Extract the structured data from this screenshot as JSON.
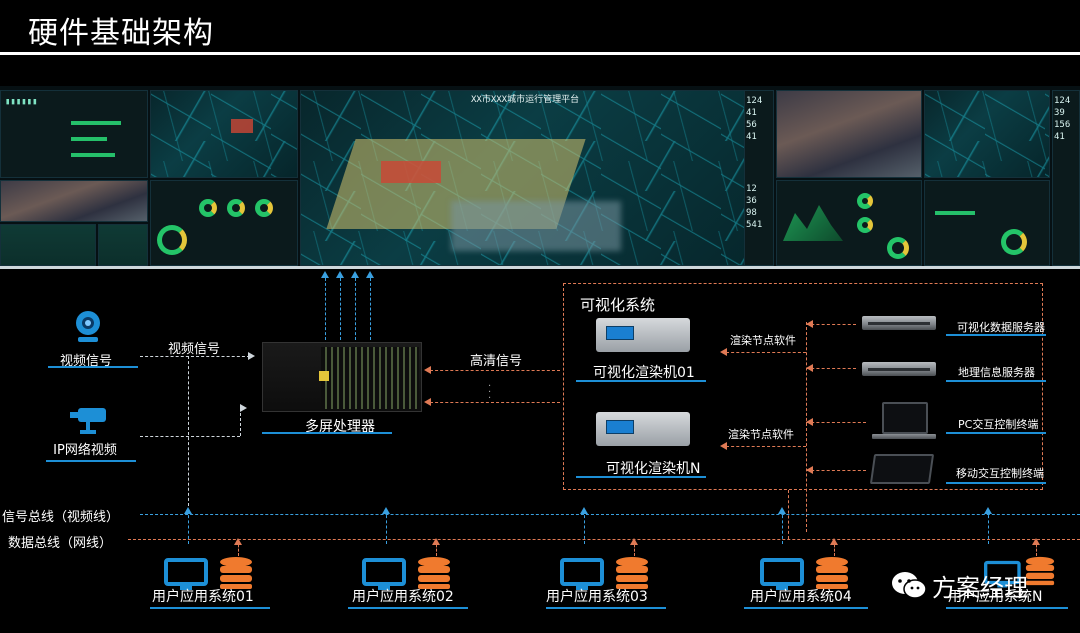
{
  "header": {
    "title": "硬件基础架构"
  },
  "video_wall": {
    "center_title": "XX市XXX城市运行管理平台",
    "numbers_left": [
      "124",
      "41",
      "56",
      "41"
    ],
    "numbers_right": [
      "124",
      "39",
      "156",
      "41"
    ],
    "numbers_mid": [
      "12",
      "36",
      "98",
      "541"
    ]
  },
  "diagram": {
    "video_signal_source": "视频信号",
    "ip_video_source": "IP网络视频",
    "video_signal_link": "视频信号",
    "multiscreen_processor": "多屏处理器",
    "hd_signal_link": "高清信号",
    "visualization_system": {
      "title": "可视化系统",
      "render_node_1": "可视化渲染机01",
      "render_node_n": "可视化渲染机N",
      "render_software_1": "渲染节点软件",
      "render_software_n": "渲染节点软件",
      "data_server": "可视化数据服务器",
      "geo_server": "地理信息服务器",
      "pc_terminal": "PC交互控制终端",
      "mobile_terminal": "移动交互控制终端"
    },
    "signal_bus": "信号总线（视频线）",
    "data_bus": "数据总线（网线）",
    "user_systems": [
      "用户应用系统01",
      "用户应用系统02",
      "用户应用系统03",
      "用户应用系统04",
      "用户应用系统N"
    ]
  },
  "watermark": {
    "text": "方案经理"
  },
  "colors": {
    "accent_blue": "#1d8fd6",
    "dashed_orange": "#e07a55",
    "icon_orange": "#f07a2e"
  }
}
